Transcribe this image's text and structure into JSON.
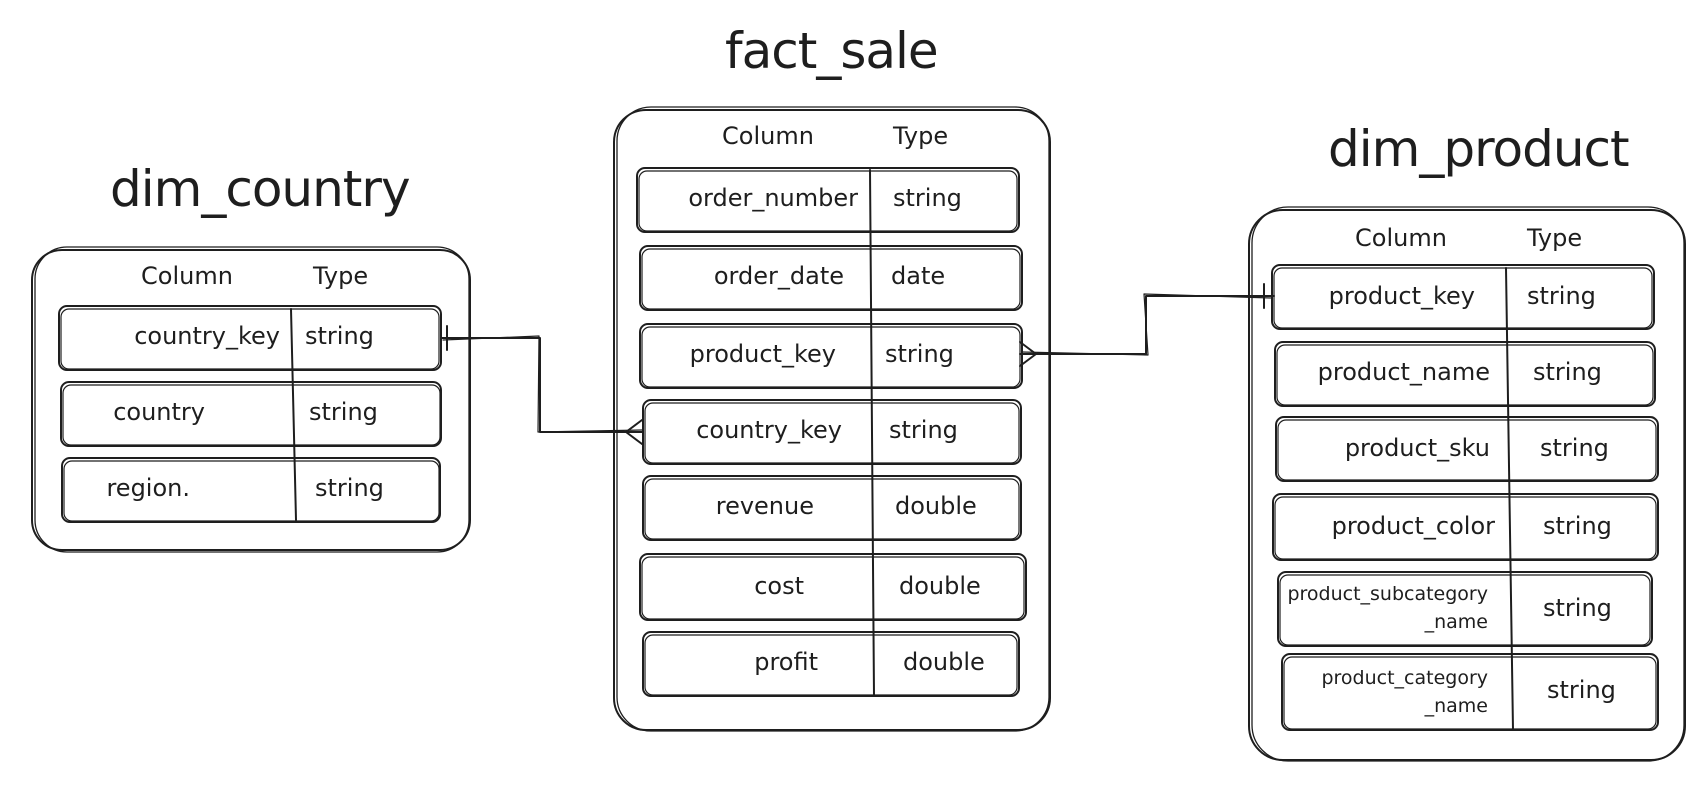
{
  "tables": {
    "dim_country": {
      "title": "dim_country",
      "header": {
        "column": "Column",
        "type": "Type"
      },
      "rows": [
        {
          "column": "country_key",
          "type": "string"
        },
        {
          "column": "country",
          "type": "string"
        },
        {
          "column": "region.",
          "type": "string"
        }
      ]
    },
    "fact_sale": {
      "title": "fact_sale",
      "header": {
        "column": "Column",
        "type": "Type"
      },
      "rows": [
        {
          "column": "order_number",
          "type": "string"
        },
        {
          "column": "order_date",
          "type": "date"
        },
        {
          "column": "product_key",
          "type": "string"
        },
        {
          "column": "country_key",
          "type": "string"
        },
        {
          "column": "revenue",
          "type": "double"
        },
        {
          "column": "cost",
          "type": "double"
        },
        {
          "column": "profit",
          "type": "double"
        }
      ]
    },
    "dim_product": {
      "title": "dim_product",
      "header": {
        "column": "Column",
        "type": "Type"
      },
      "rows": [
        {
          "column": "product_key",
          "type": "string"
        },
        {
          "column": "product_name",
          "type": "string"
        },
        {
          "column": "product_sku",
          "type": "string"
        },
        {
          "column": "product_color",
          "type": "string"
        },
        {
          "column": "product_subcategory\n_name",
          "type": "string"
        },
        {
          "column": "product_category\n_name",
          "type": "string"
        }
      ]
    }
  },
  "relationships": [
    {
      "from": "fact_sale.country_key",
      "to": "dim_country.country_key",
      "cardinality": "many-to-one"
    },
    {
      "from": "fact_sale.product_key",
      "to": "dim_product.product_key",
      "cardinality": "many-to-one"
    }
  ],
  "colors": {
    "stroke": "#1e1e1e",
    "background": "#ffffff"
  }
}
